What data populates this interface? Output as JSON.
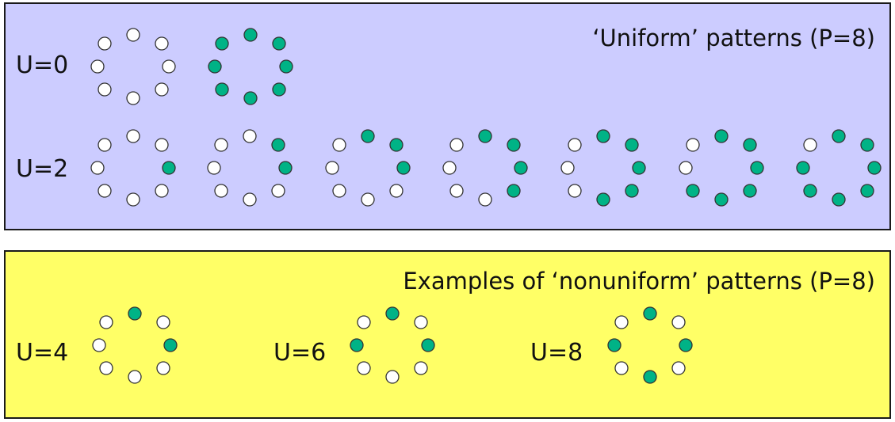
{
  "colors": {
    "filled": "#00b386",
    "empty": "#ffffff",
    "stroke": "#333333"
  },
  "uniform": {
    "title": "‘Uniform’ patterns (P=8)",
    "rows": [
      {
        "label": "U=0",
        "patterns": [
          [
            0,
            0,
            0,
            0,
            0,
            0,
            0,
            0
          ],
          [
            1,
            1,
            1,
            1,
            1,
            1,
            1,
            1
          ]
        ]
      },
      {
        "label": "U=2",
        "patterns": [
          [
            0,
            0,
            1,
            0,
            0,
            0,
            0,
            0
          ],
          [
            0,
            1,
            1,
            0,
            0,
            0,
            0,
            0
          ],
          [
            1,
            1,
            1,
            0,
            0,
            0,
            0,
            0
          ],
          [
            1,
            1,
            1,
            1,
            0,
            0,
            0,
            0
          ],
          [
            1,
            1,
            1,
            1,
            1,
            0,
            0,
            0
          ],
          [
            1,
            1,
            1,
            1,
            1,
            1,
            0,
            0
          ],
          [
            1,
            1,
            1,
            1,
            1,
            1,
            1,
            0
          ]
        ]
      }
    ]
  },
  "nonuniform": {
    "title": "Examples of ‘nonuniform’ patterns (P=8)",
    "items": [
      {
        "label": "U=4",
        "pattern": [
          1,
          0,
          1,
          0,
          0,
          0,
          0,
          0
        ]
      },
      {
        "label": "U=6",
        "pattern": [
          1,
          0,
          1,
          0,
          0,
          0,
          1,
          0
        ]
      },
      {
        "label": "U=8",
        "pattern": [
          1,
          0,
          1,
          0,
          1,
          0,
          1,
          0
        ]
      }
    ]
  }
}
